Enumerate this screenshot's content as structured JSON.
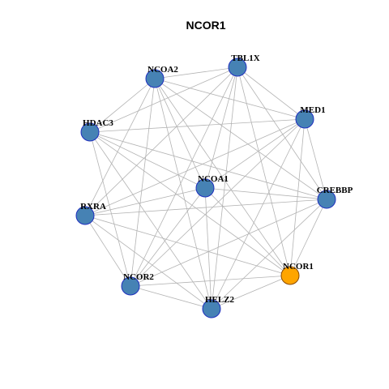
{
  "title": "NCOR1",
  "colors": {
    "node_fill": "#4682B4",
    "node_stroke": "#1f2fbf",
    "highlight_fill": "#FFA500",
    "highlight_stroke": "#8b4a00",
    "edge": "#b3b3b3"
  },
  "nodes": [
    {
      "id": "NCOA2",
      "label": "NCOA2",
      "highlight": false
    },
    {
      "id": "TBL1X",
      "label": "TBL1X",
      "highlight": false
    },
    {
      "id": "MED1",
      "label": "MED1",
      "highlight": false
    },
    {
      "id": "HDAC3",
      "label": "HDAC3",
      "highlight": false
    },
    {
      "id": "NCOA1",
      "label": "NCOA1",
      "highlight": false
    },
    {
      "id": "CREBBP",
      "label": "CREBBP",
      "highlight": false
    },
    {
      "id": "RXRA",
      "label": "RXRA",
      "highlight": false
    },
    {
      "id": "NCOR1",
      "label": "NCOR1",
      "highlight": true
    },
    {
      "id": "NCOR2",
      "label": "NCOR2",
      "highlight": false
    },
    {
      "id": "HELZ2",
      "label": "HELZ2",
      "highlight": false
    }
  ],
  "edges": [
    [
      "NCOA2",
      "TBL1X"
    ],
    [
      "NCOA2",
      "MED1"
    ],
    [
      "NCOA2",
      "HDAC3"
    ],
    [
      "NCOA2",
      "NCOA1"
    ],
    [
      "NCOA2",
      "CREBBP"
    ],
    [
      "NCOA2",
      "RXRA"
    ],
    [
      "NCOA2",
      "NCOR1"
    ],
    [
      "NCOA2",
      "NCOR2"
    ],
    [
      "NCOA2",
      "HELZ2"
    ],
    [
      "TBL1X",
      "MED1"
    ],
    [
      "TBL1X",
      "HDAC3"
    ],
    [
      "TBL1X",
      "NCOA1"
    ],
    [
      "TBL1X",
      "CREBBP"
    ],
    [
      "TBL1X",
      "RXRA"
    ],
    [
      "TBL1X",
      "NCOR1"
    ],
    [
      "TBL1X",
      "NCOR2"
    ],
    [
      "TBL1X",
      "HELZ2"
    ],
    [
      "MED1",
      "HDAC3"
    ],
    [
      "MED1",
      "NCOA1"
    ],
    [
      "MED1",
      "CREBBP"
    ],
    [
      "MED1",
      "RXRA"
    ],
    [
      "MED1",
      "NCOR1"
    ],
    [
      "MED1",
      "NCOR2"
    ],
    [
      "MED1",
      "HELZ2"
    ],
    [
      "HDAC3",
      "NCOA1"
    ],
    [
      "HDAC3",
      "CREBBP"
    ],
    [
      "HDAC3",
      "NCOR1"
    ],
    [
      "HDAC3",
      "NCOR2"
    ],
    [
      "HDAC3",
      "HELZ2"
    ],
    [
      "NCOA1",
      "CREBBP"
    ],
    [
      "NCOA1",
      "RXRA"
    ],
    [
      "NCOA1",
      "NCOR1"
    ],
    [
      "NCOA1",
      "NCOR2"
    ],
    [
      "NCOA1",
      "HELZ2"
    ],
    [
      "CREBBP",
      "RXRA"
    ],
    [
      "CREBBP",
      "NCOR1"
    ],
    [
      "CREBBP",
      "NCOR2"
    ],
    [
      "CREBBP",
      "HELZ2"
    ],
    [
      "RXRA",
      "NCOR1"
    ],
    [
      "RXRA",
      "NCOR2"
    ],
    [
      "RXRA",
      "HELZ2"
    ],
    [
      "NCOR1",
      "NCOR2"
    ],
    [
      "NCOR1",
      "HELZ2"
    ],
    [
      "NCOR2",
      "HELZ2"
    ]
  ]
}
